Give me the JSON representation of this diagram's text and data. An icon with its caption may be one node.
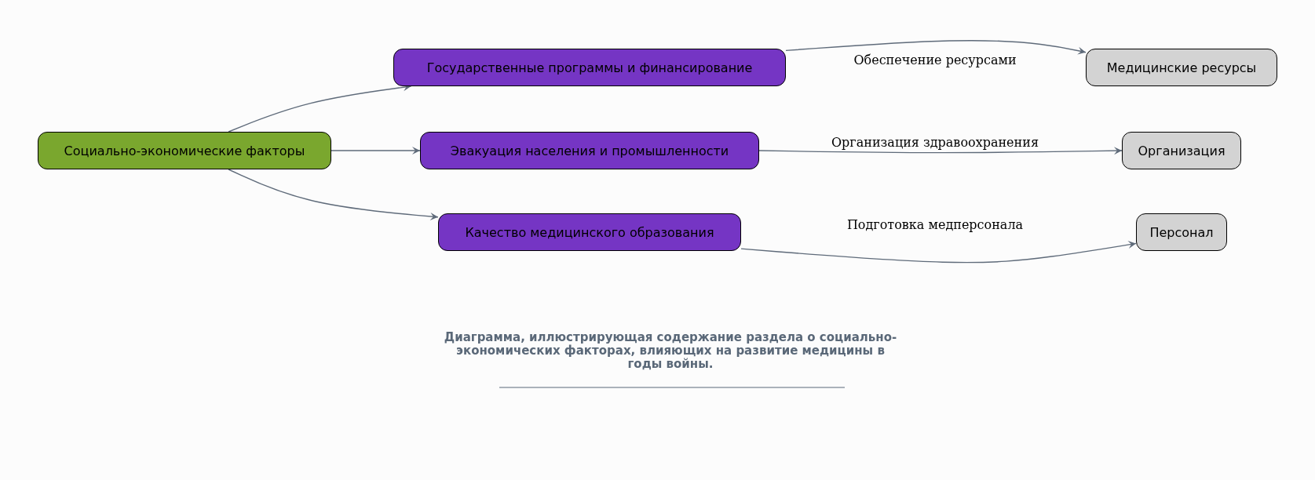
{
  "diagram": {
    "caption": "Диаграмма, иллюстрирующая содержание раздела о социально-экономических факторах, влияющих на развитие медицины в годы войны.",
    "nodes": [
      {
        "text": [
          "Социально-экономические факторы"
        ]
      },
      {
        "text": [
          "Государственные программы и финансирование"
        ]
      },
      {
        "text": [
          "Эвакуация населения и промышленности"
        ]
      },
      {
        "text": [
          "Качество медицинского образования"
        ]
      },
      {
        "text": [
          "Медицинские ресурсы"
        ]
      },
      {
        "text": [
          "Организация"
        ]
      },
      {
        "text": [
          "Персонал"
        ]
      }
    ],
    "edges": [
      {
        "from": 0,
        "to": 1,
        "arrow": "to"
      },
      {
        "from": 0,
        "to": 2,
        "arrow": "to"
      },
      {
        "from": 0,
        "to": 3,
        "arrow": "to"
      },
      {
        "from": 1,
        "to": 4,
        "arrow": "to",
        "label": "Обеспечение ресурсами"
      },
      {
        "from": 2,
        "to": 5,
        "arrow": "to",
        "label": "Организация здравоохранения"
      },
      {
        "from": 3,
        "to": 6,
        "arrow": "to",
        "label": "Подготовка медперсонала"
      }
    ]
  }
}
